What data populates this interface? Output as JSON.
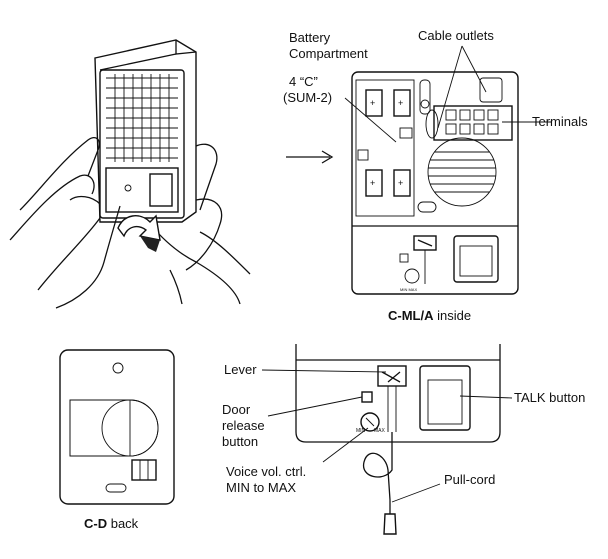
{
  "labels": {
    "battery_line1": "Battery",
    "battery_line2": "Compartment",
    "cable_outlets": "Cable outlets",
    "c4_line1": "4 “C”",
    "c4_line2": "(SUM-2)",
    "terminals": "Terminals",
    "lever": "Lever",
    "door_line1": "Door",
    "door_line2": "release",
    "door_line3": "button",
    "talk_button": "TALK button",
    "voice_line1": "Voice vol. ctrl.",
    "voice_line2": "MIN to MAX",
    "pull_cord": "Pull-cord",
    "min_mark": "MIN",
    "max_mark": "MAX"
  },
  "captions": {
    "inside_model": "C-ML/A",
    "inside_text": " inside",
    "back_model": "C-D",
    "back_text": " back"
  },
  "icons": {
    "arrow": "arrow-right-icon",
    "rotate": "curved-arrow-icon"
  }
}
